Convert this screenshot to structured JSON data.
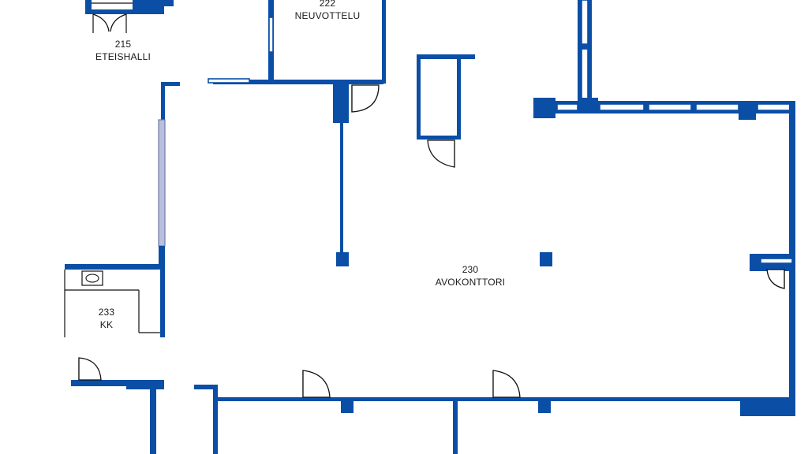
{
  "colors": {
    "wall": "#0a4ea6",
    "background": "#ffffff",
    "fixture": "#111111"
  },
  "rooms": [
    {
      "id": "215",
      "name": "ETEISHALLI"
    },
    {
      "id": "222",
      "name": "NEUVOTTELU"
    },
    {
      "id": "230",
      "name": "AVOKONTTORI"
    },
    {
      "id": "233",
      "name": "KK"
    }
  ]
}
